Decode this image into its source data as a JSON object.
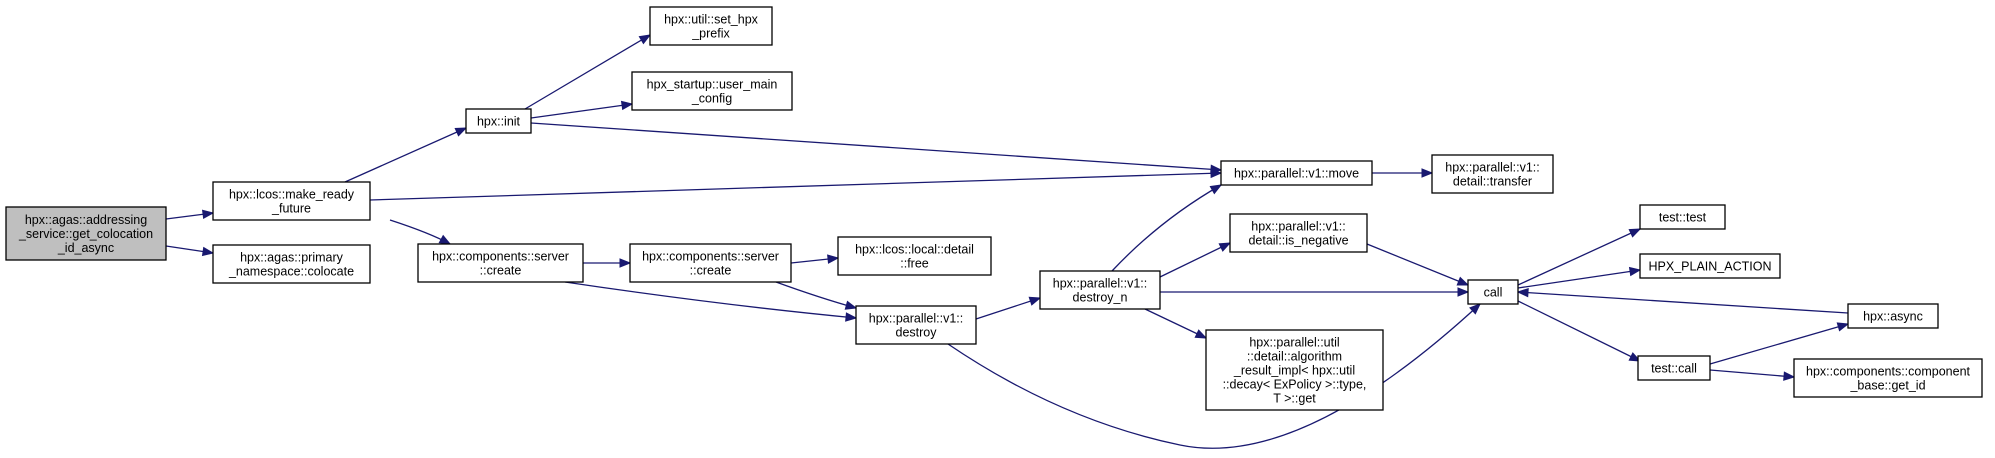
{
  "colors": {
    "edge": "#191970",
    "node_fill": "#ffffff",
    "root_fill": "#bfbfbf",
    "border": "#000000"
  },
  "nodes": [
    {
      "id": "root",
      "lines": [
        "hpx::agas::addressing",
        "_service::get_colocation",
        "_id_async"
      ]
    },
    {
      "id": "make_ready_future",
      "lines": [
        "hpx::lcos::make_ready",
        "_future"
      ]
    },
    {
      "id": "primary_colocate",
      "lines": [
        "hpx::agas::primary",
        "_namespace::colocate"
      ]
    },
    {
      "id": "init",
      "lines": [
        "hpx::init"
      ]
    },
    {
      "id": "set_hpx_prefix",
      "lines": [
        "hpx::util::set_hpx",
        "_prefix"
      ]
    },
    {
      "id": "user_main_config",
      "lines": [
        "hpx_startup::user_main",
        "_config"
      ]
    },
    {
      "id": "server_create1",
      "lines": [
        "hpx::components::server",
        "::create"
      ]
    },
    {
      "id": "server_create2",
      "lines": [
        "hpx::components::server",
        "::create"
      ]
    },
    {
      "id": "local_free",
      "lines": [
        "hpx::lcos::local::detail",
        "::free"
      ]
    },
    {
      "id": "destroy",
      "lines": [
        "hpx::parallel::v1::",
        "destroy"
      ]
    },
    {
      "id": "destroy_n",
      "lines": [
        "hpx::parallel::v1::",
        "destroy_n"
      ]
    },
    {
      "id": "move",
      "lines": [
        "hpx::parallel::v1::move"
      ]
    },
    {
      "id": "transfer",
      "lines": [
        "hpx::parallel::v1::",
        "detail::transfer"
      ]
    },
    {
      "id": "is_negative",
      "lines": [
        "hpx::parallel::v1::",
        "detail::is_negative"
      ]
    },
    {
      "id": "result_get",
      "lines": [
        "hpx::parallel::util",
        "::detail::algorithm",
        "_result_impl< hpx::util",
        "::decay< ExPolicy >::type,",
        "T >::get"
      ]
    },
    {
      "id": "call",
      "lines": [
        "call"
      ]
    },
    {
      "id": "test_test",
      "lines": [
        "test::test"
      ]
    },
    {
      "id": "plain_action",
      "lines": [
        "HPX_PLAIN_ACTION"
      ]
    },
    {
      "id": "test_call",
      "lines": [
        "test::call"
      ]
    },
    {
      "id": "async",
      "lines": [
        "hpx::async"
      ]
    },
    {
      "id": "get_id",
      "lines": [
        "hpx::components::component",
        "_base::get_id"
      ]
    }
  ],
  "edges": [
    [
      "root",
      "make_ready_future"
    ],
    [
      "root",
      "primary_colocate"
    ],
    [
      "make_ready_future",
      "init"
    ],
    [
      "make_ready_future",
      "move"
    ],
    [
      "make_ready_future",
      "server_create1"
    ],
    [
      "init",
      "set_hpx_prefix"
    ],
    [
      "init",
      "user_main_config"
    ],
    [
      "init",
      "move"
    ],
    [
      "server_create1",
      "server_create2"
    ],
    [
      "server_create1",
      "destroy"
    ],
    [
      "server_create2",
      "local_free"
    ],
    [
      "server_create2",
      "destroy"
    ],
    [
      "destroy",
      "destroy_n"
    ],
    [
      "destroy",
      "call"
    ],
    [
      "destroy_n",
      "move"
    ],
    [
      "destroy_n",
      "is_negative"
    ],
    [
      "destroy_n",
      "call"
    ],
    [
      "destroy_n",
      "result_get"
    ],
    [
      "move",
      "transfer"
    ],
    [
      "is_negative",
      "call"
    ],
    [
      "call",
      "test_test"
    ],
    [
      "call",
      "plain_action"
    ],
    [
      "call",
      "test_call"
    ],
    [
      "test_call",
      "async"
    ],
    [
      "test_call",
      "get_id"
    ],
    [
      "async",
      "call"
    ]
  ]
}
